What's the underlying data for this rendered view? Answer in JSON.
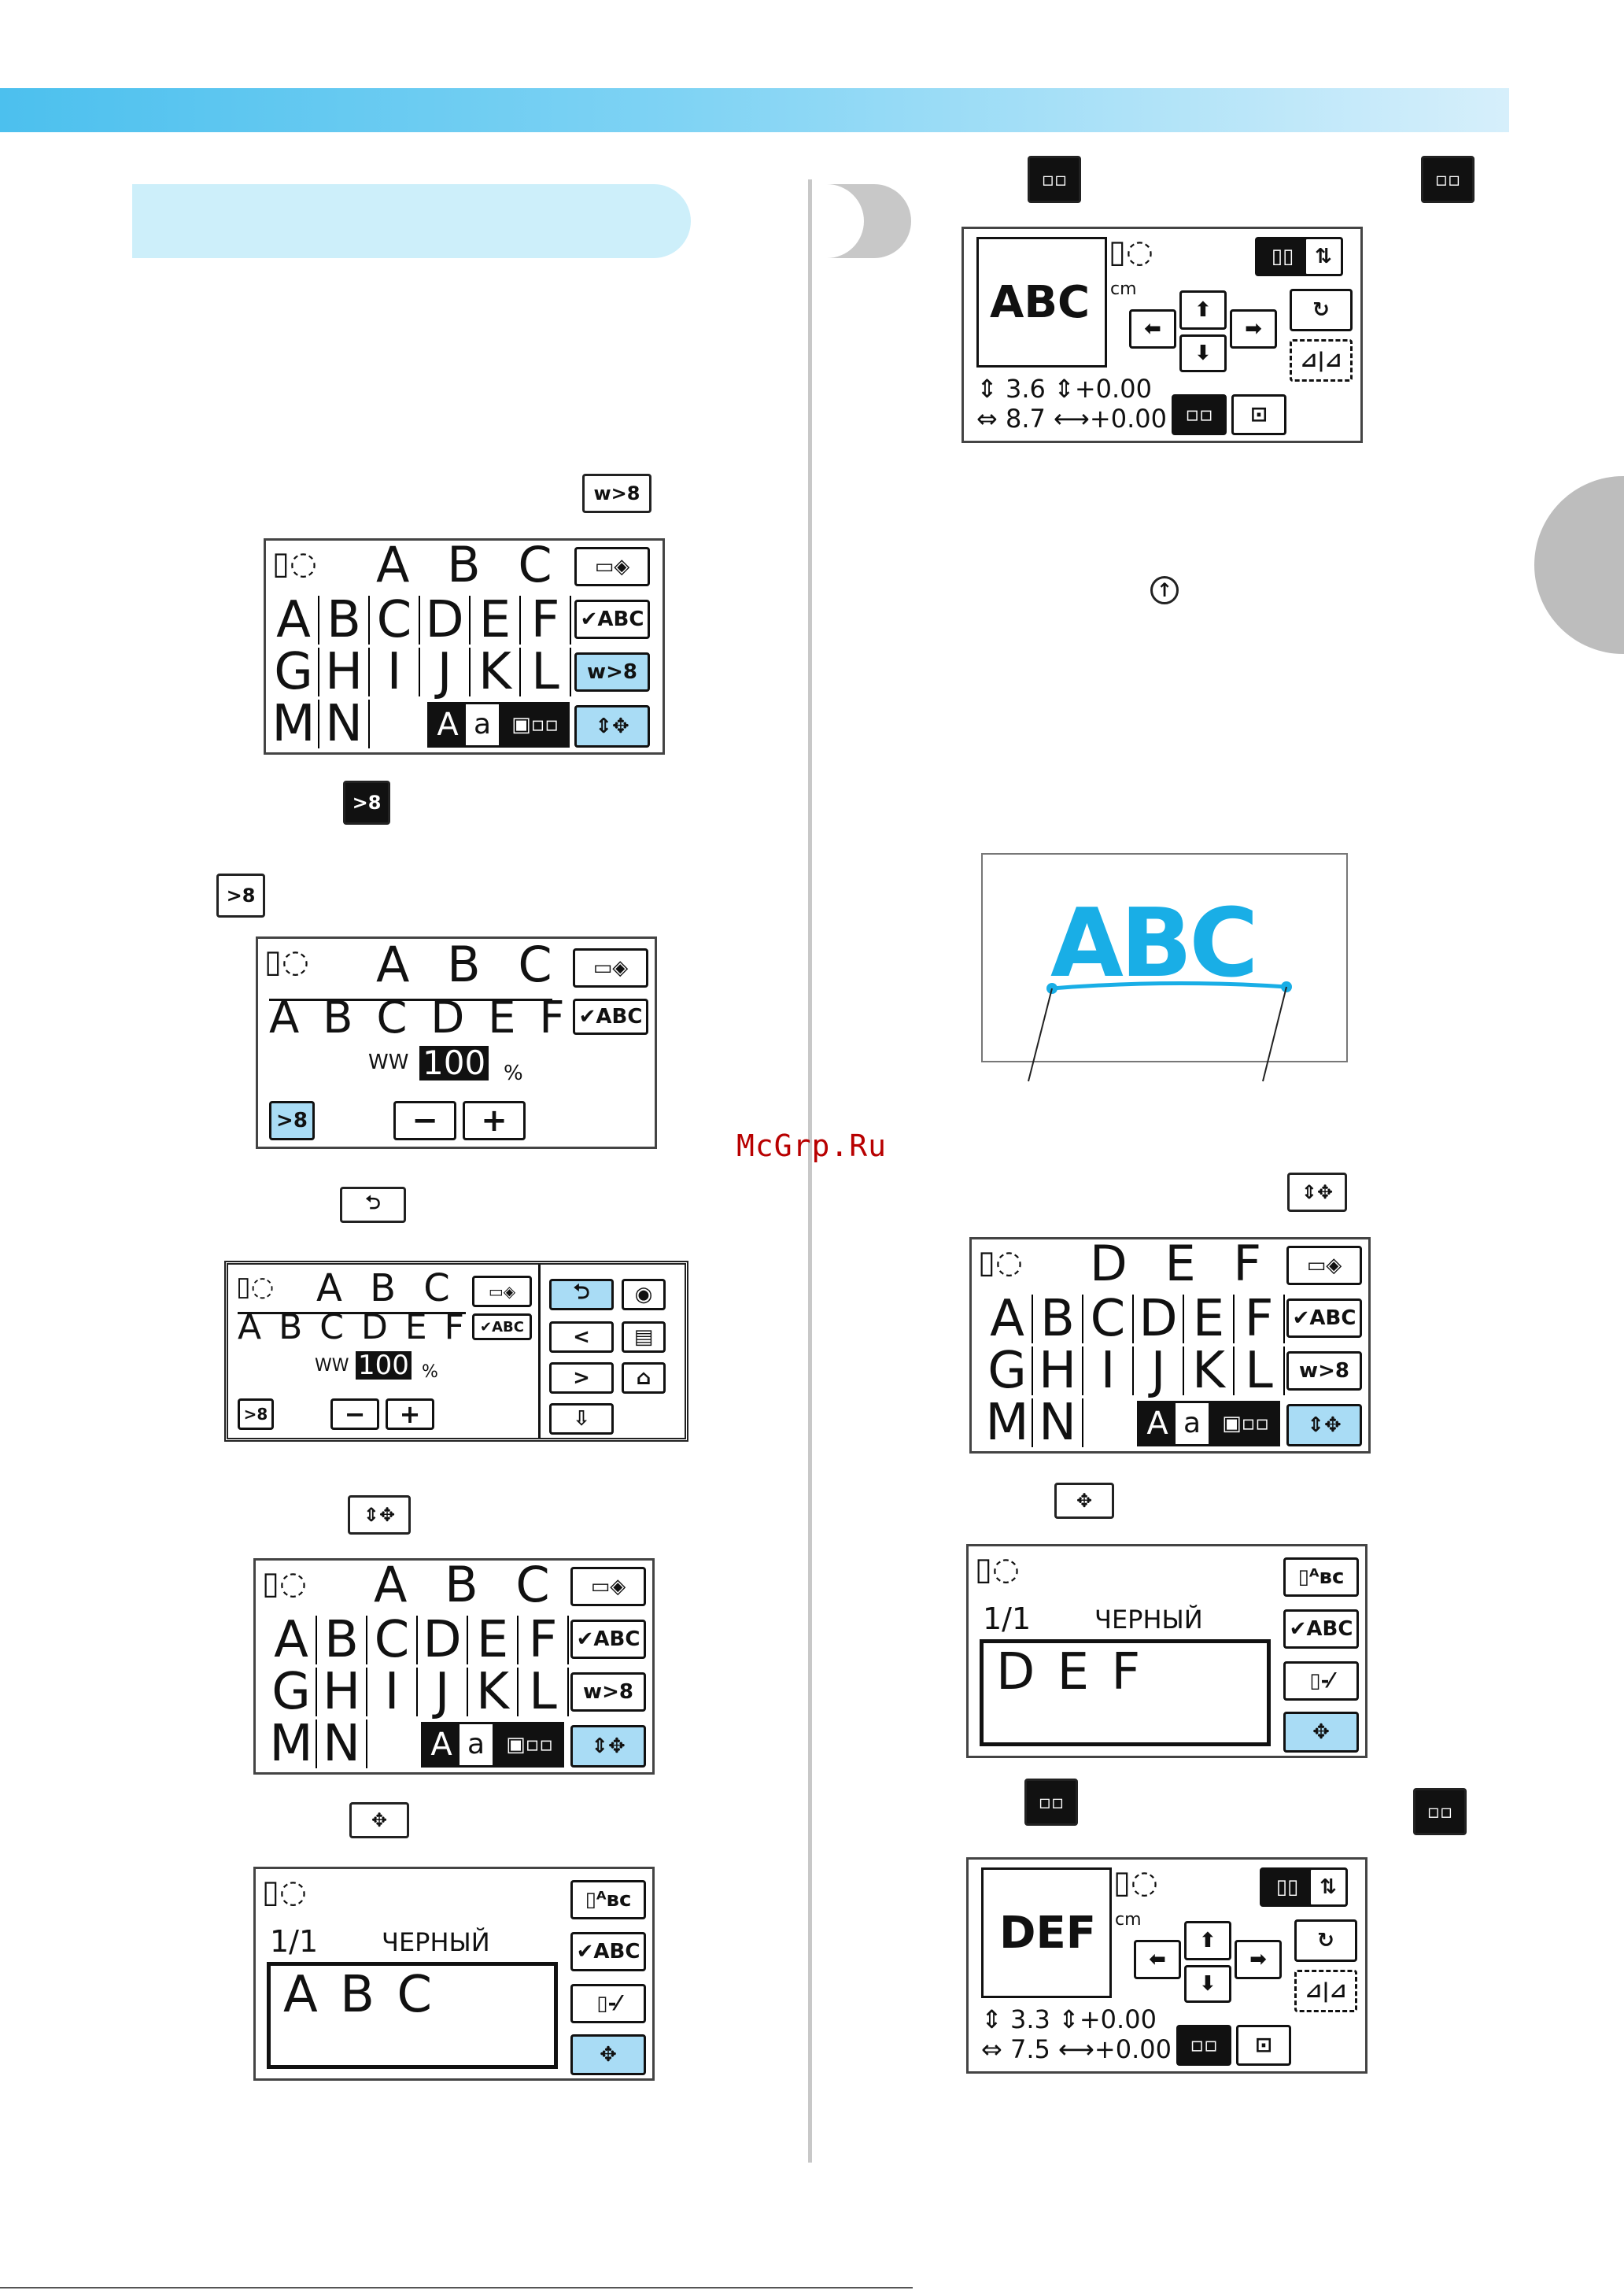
{
  "watermark": "McGrp.Ru",
  "screens": {
    "s1": {
      "header": "A B C",
      "row1": [
        "A",
        "B",
        "C",
        "D",
        "E",
        "F"
      ],
      "row2": [
        "G",
        "H",
        "I",
        "J",
        "K",
        "L"
      ],
      "row3": [
        "M",
        "N"
      ],
      "btn_case_a": "A",
      "btn_case_b": "a",
      "btn_check": "✔ABC"
    },
    "s2": {
      "header": "A B C",
      "row1": "A B C D E F",
      "btn_check": "✔ABC",
      "value": "100",
      "unit": "%",
      "minus": "−",
      "plus": "+"
    },
    "s3": {
      "header": "A B C",
      "row1": "A B C D E F",
      "btn_check": "✔ABC",
      "value": "100",
      "unit": "%",
      "minus": "−",
      "plus": "+"
    },
    "s4": {
      "header": "A B C",
      "row1": [
        "A",
        "B",
        "C",
        "D",
        "E",
        "F"
      ],
      "row2": [
        "G",
        "H",
        "I",
        "J",
        "K",
        "L"
      ],
      "row3": [
        "M",
        "N"
      ],
      "btn_case_a": "A",
      "btn_case_b": "a",
      "btn_check": "✔ABC"
    },
    "s5": {
      "page": "1/1",
      "color": "ЧЕРНЫЙ",
      "text": "A  B  C",
      "btn_check": "✔ABC"
    },
    "r1": {
      "preview": "ABC",
      "unit": "cm",
      "height": "3.6",
      "height_offset": "+0.00",
      "width": "8.7",
      "width_offset": "+0.00"
    },
    "r2": {
      "text": "ABC"
    },
    "r3": {
      "header": "D E F",
      "row1": [
        "A",
        "B",
        "C",
        "D",
        "E",
        "F"
      ],
      "row2": [
        "G",
        "H",
        "I",
        "J",
        "K",
        "L"
      ],
      "row3": [
        "M",
        "N"
      ],
      "btn_case_a": "A",
      "btn_case_b": "a",
      "btn_check": "✔ABC"
    },
    "r4": {
      "page": "1/1",
      "color": "ЧЕРНЫЙ",
      "text": "D  E  F",
      "btn_check": "✔ABC"
    },
    "r5": {
      "preview": "DEF",
      "unit": "cm",
      "height": "3.3",
      "height_offset": "+0.00",
      "width": "7.5",
      "width_offset": "+0.00"
    }
  },
  "colors": {
    "accent": "#4cc0ee",
    "button_active": "#a9dcf5",
    "preview_text": "#19aee6"
  }
}
